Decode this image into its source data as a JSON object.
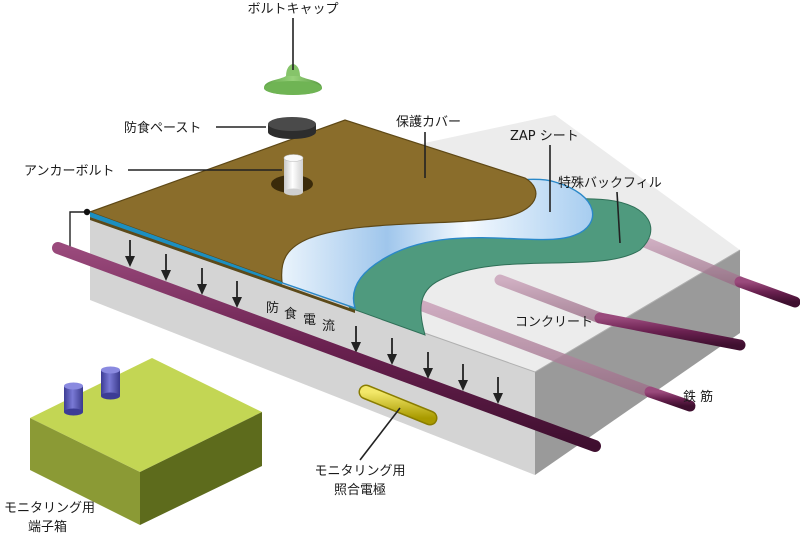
{
  "labels": {
    "bolt_cap": "ボルトキャップ",
    "anticorrosion_paste": "防食ペースト",
    "protective_cover": "保護カバー",
    "zap_sheet": "ZAP シート",
    "anchor_bolt": "アンカーボルト",
    "special_backfill": "特殊バックフィル",
    "current_chars": [
      "防",
      "食",
      "電",
      "流"
    ],
    "concrete": "コンクリート",
    "rebar": "鉄 筋",
    "reference_electrode_line1": "モニタリング用",
    "reference_electrode_line2": "照合電極",
    "terminal_box_line1": "モニタリング用",
    "terminal_box_line2": "端子箱"
  },
  "colors": {
    "protective_cover": "#8a6d2b",
    "special_backfill": "#4f9a7e",
    "zap_sheet": "#b9d8f2",
    "rebar": "#6a2150",
    "concrete": "#d9d9d9",
    "bolt_cap": "#7cc061",
    "terminal_box": "#c3d654",
    "terminal_post": "#5656b8",
    "reference_electrode": "#d8c81a"
  }
}
